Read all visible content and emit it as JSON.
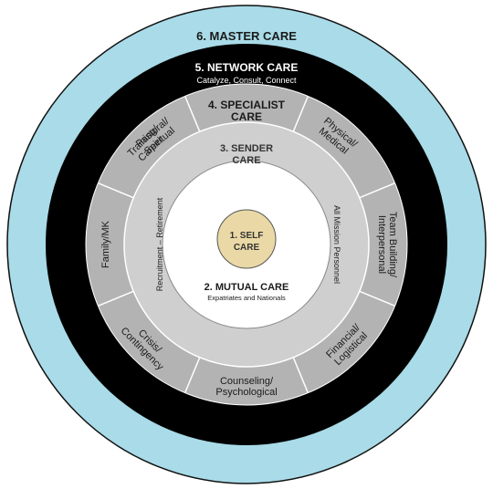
{
  "rings": {
    "master": {
      "label": "6. MASTER CARE",
      "color": "#a9dbe8"
    },
    "network": {
      "label": "5. NETWORK CARE",
      "subtitle": "Catalyze, Consult, Connect",
      "color": "#000000"
    },
    "specialist": {
      "label_line1": "4. SPECIALIST",
      "label_line2": "CARE",
      "color": "#b3b3b3"
    },
    "sender": {
      "label_line1": "3. SENDER",
      "label_line2": "CARE",
      "color": "#cfcfcf",
      "left_text": "Recruitment – Retirement",
      "right_text": "All Mission Personnel"
    },
    "mutual": {
      "label": "2. MUTUAL CARE",
      "subtitle": "Expatriates and Nationals",
      "color": "#ffffff"
    },
    "self": {
      "label_line1": "1. SELF",
      "label_line2": "CARE",
      "color": "#ead9a6"
    }
  },
  "specialist_segments": [
    {
      "line1": "Pastoral/",
      "line2": "Spiritual"
    },
    {
      "line1": "Physical/",
      "line2": "Medical"
    },
    {
      "line1": "Team Building/",
      "line2": "Interpersonal"
    },
    {
      "line1": "Financial/",
      "line2": "Logistical"
    },
    {
      "line1": "Counseling/",
      "line2": "Psychological"
    },
    {
      "line1": "Crisis/",
      "line2": "Contingency"
    },
    {
      "line1": "Family/MK",
      "line2": ""
    },
    {
      "line1": "Training/",
      "line2": "Career"
    }
  ]
}
